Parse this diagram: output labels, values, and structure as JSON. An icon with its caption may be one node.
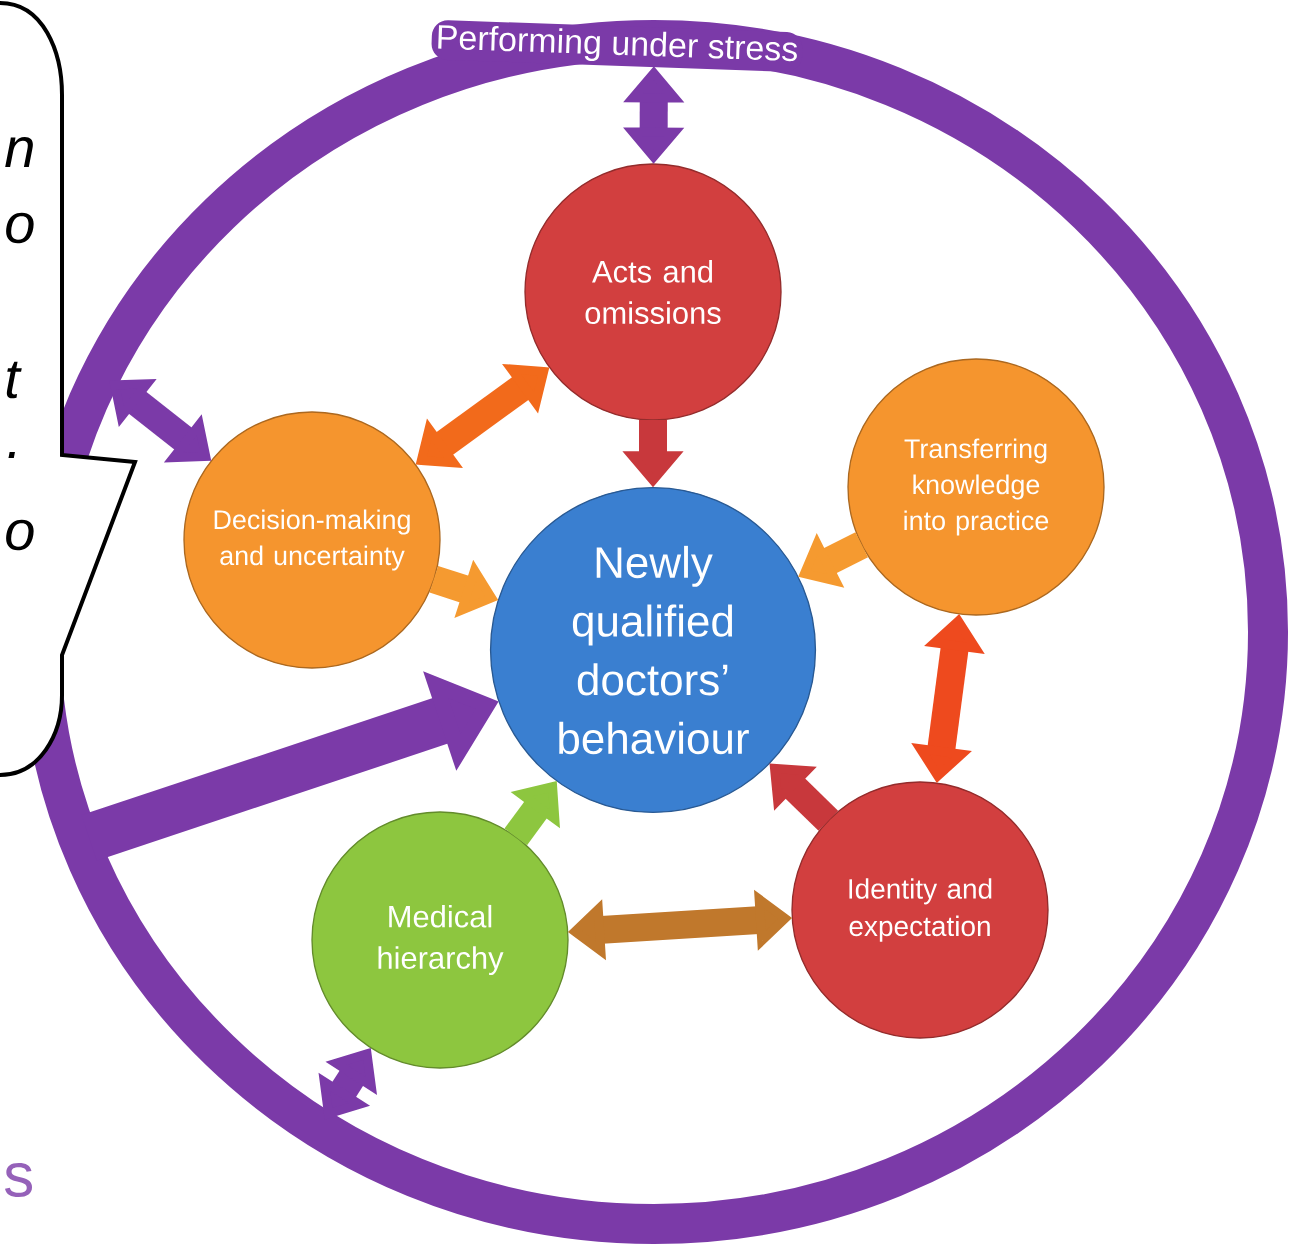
{
  "diagram": {
    "nodes": [
      {
        "text": [
          "Performing under stress"
        ]
      },
      {
        "text": [
          "Acts and omissions"
        ],
        "in": 0
      },
      {
        "text": [
          "Transferring knowledge into practice"
        ],
        "in": 0
      },
      {
        "text": [
          "Identity and expectation"
        ],
        "in": 0
      },
      {
        "text": [
          "Medical hierarchy"
        ],
        "in": 0
      },
      {
        "text": [
          "Decision-making and uncertainty"
        ],
        "in": 0
      },
      {
        "text": [
          "Newly qualified doctors’ behaviour"
        ],
        "in": 0
      },
      {
        "text": [
          "n",
          "o",
          "t",
          ".",
          "o"
        ]
      }
    ],
    "edges": [
      {
        "from": 0,
        "to": 1,
        "arrow": "both",
        "color": "#7b3aa8"
      },
      {
        "from": 0,
        "to": 5,
        "arrow": "both",
        "color": "#7b3aa8"
      },
      {
        "from": 0,
        "to": 6,
        "arrow": "to",
        "color": "#7b3aa8"
      },
      {
        "from": 0,
        "to": 4,
        "arrow": "both",
        "color": "#7b3aa8"
      },
      {
        "from": 1,
        "to": 5,
        "arrow": "both",
        "color": "#f26a1b"
      },
      {
        "from": 1,
        "to": 6,
        "arrow": "to",
        "color": "#c8383c"
      },
      {
        "from": 2,
        "to": 6,
        "arrow": "to",
        "color": "#f59a30"
      },
      {
        "from": 2,
        "to": 3,
        "arrow": "both",
        "color": "#ee4a1e"
      },
      {
        "from": 3,
        "to": 6,
        "arrow": "to",
        "color": "#c8383c"
      },
      {
        "from": 4,
        "to": 6,
        "arrow": "to",
        "color": "#8dc63f"
      },
      {
        "from": 4,
        "to": 3,
        "arrow": "both",
        "color": "#c0782c"
      },
      {
        "from": 5,
        "to": 6,
        "arrow": "to",
        "color": "#f59a30"
      }
    ],
    "labels": [
      "s"
    ]
  }
}
